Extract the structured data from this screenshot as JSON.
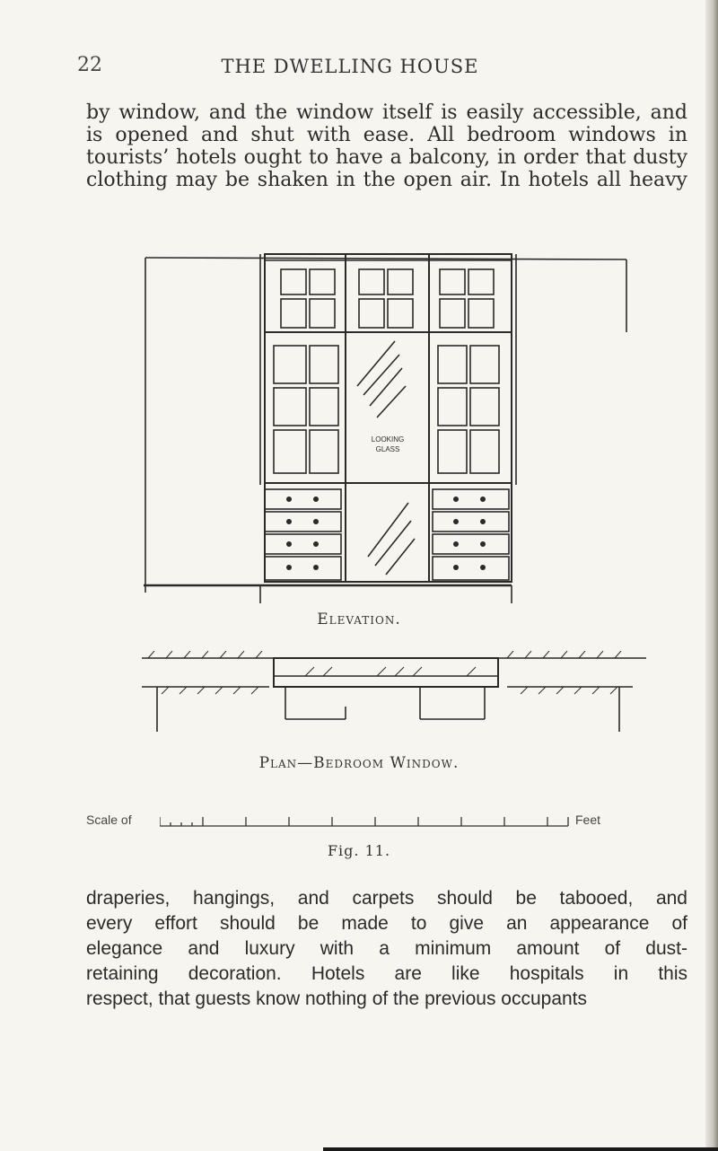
{
  "header": {
    "page_number": "22",
    "running_title": "THE DWELLING HOUSE"
  },
  "para_top": {
    "lines": [
      "by window, and the window itself is easily accessible, and",
      "is opened and shut with ease. All bedroom windows in",
      "tourists’ hotels ought to have a balcony, in order that dusty",
      "clothing may be shaken in the open air. In hotels all heavy"
    ]
  },
  "figure": {
    "glass_label_1": "LOOKING",
    "glass_label_2": "GLASS",
    "elevation_caption": "Elevation.",
    "plan_caption": "Plan—Bedroom Window.",
    "scale_prefix": "Scale of",
    "scale_suffix": "Feet",
    "fig_label": "Fig. 11."
  },
  "para_bottom": {
    "lines": [
      "draperies, hangings, and carpets should be tabooed, and",
      "every effort should be made to give an appearance of",
      "elegance and luxury with a minimum amount of dust-",
      "retaining decoration. Hotels are like hospitals in this",
      "respect, that guests know nothing of the previous occupants"
    ]
  }
}
